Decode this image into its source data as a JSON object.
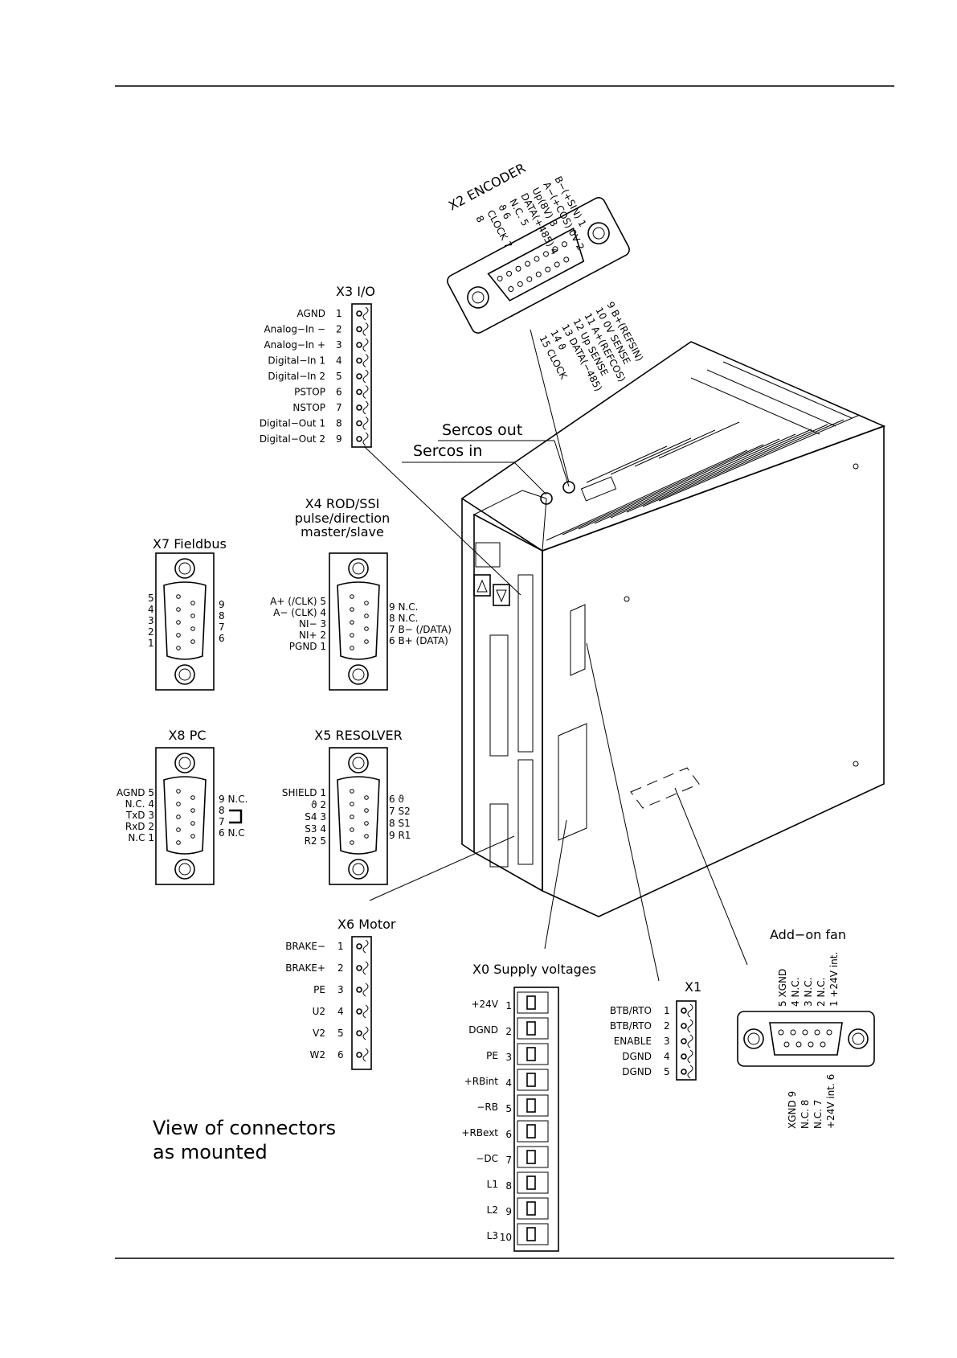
{
  "encoder": {
    "title": "X2 ENCODER",
    "left_pins": [
      "B−(+SIN) 1",
      "A−(+COS) 0V 2",
      "Up(8V) 3",
      "DATA(+485) 4",
      "N.C. 5",
      "ϑ 6",
      "CLOCK 7",
      "8"
    ],
    "right_pins": [
      "9 B+(REFSIN)",
      "10 0V SENSE",
      "11 A+(REFCOS)",
      "12 Up SENSE",
      "13 DATA(−485)",
      "14 ϑ",
      "15 CLOCK"
    ]
  },
  "io": {
    "title": "X3 I/O",
    "pins": [
      {
        "label": "AGND",
        "n": "1"
      },
      {
        "label": "Analog−In −",
        "n": "2"
      },
      {
        "label": "Analog−In +",
        "n": "3"
      },
      {
        "label": "Digital−In 1",
        "n": "4"
      },
      {
        "label": "Digital−In 2",
        "n": "5"
      },
      {
        "label": "PSTOP",
        "n": "6"
      },
      {
        "label": "NSTOP",
        "n": "7"
      },
      {
        "label": "Digital−Out 1",
        "n": "8"
      },
      {
        "label": "Digital−Out 2",
        "n": "9"
      }
    ]
  },
  "sercos": {
    "out": "Sercos out",
    "in": "Sercos in"
  },
  "rod": {
    "title1": "X4 ROD/SSI",
    "title2": "pulse/direction",
    "title3": "master/slave",
    "left": [
      "A+ (/CLK) 5",
      "A−  (CLK) 4",
      "NI− 3",
      "NI+ 2",
      "PGND 1"
    ],
    "right": [
      "9 N.C.",
      "8 N.C.",
      "7 B−  (/DATA)",
      "6 B+  (DATA)"
    ]
  },
  "fieldbus": {
    "title": "X7 Fieldbus",
    "left": [
      "5",
      "4",
      "3",
      "2",
      "1"
    ],
    "right": [
      "9",
      "8",
      "7",
      "6"
    ]
  },
  "pc": {
    "title": "X8 PC",
    "left": [
      "AGND 5",
      "N.C. 4",
      "TxD 3",
      "RxD 2",
      "N.C 1"
    ],
    "right": [
      "9 N.C.",
      "8",
      "7",
      "6  N.C"
    ]
  },
  "resolver": {
    "title": "X5 RESOLVER",
    "left": [
      "SHIELD  1",
      "ϑ  2",
      "S4  3",
      "S3  4",
      "R2  5"
    ],
    "right": [
      "6  ϑ",
      "7  S2",
      "8  S1",
      "9  R1"
    ]
  },
  "motor": {
    "title": "X6 Motor",
    "pins": [
      {
        "label": "BRAKE−",
        "n": "1"
      },
      {
        "label": "BRAKE+",
        "n": "2"
      },
      {
        "label": "PE",
        "n": "3"
      },
      {
        "label": "U2",
        "n": "4"
      },
      {
        "label": "V2",
        "n": "5"
      },
      {
        "label": "W2",
        "n": "6"
      }
    ]
  },
  "supply": {
    "title": "X0 Supply voltages",
    "pins": [
      {
        "label": "+24V",
        "n": "1"
      },
      {
        "label": "DGND",
        "n": "2"
      },
      {
        "label": "PE",
        "n": "3"
      },
      {
        "label": "+RBint",
        "n": "4"
      },
      {
        "label": "−RB",
        "n": "5"
      },
      {
        "label": "+RBext",
        "n": "6"
      },
      {
        "label": "−DC",
        "n": "7"
      },
      {
        "label": "L1",
        "n": "8"
      },
      {
        "label": "L2",
        "n": "9"
      },
      {
        "label": "L3",
        "n": "10"
      }
    ]
  },
  "x1": {
    "title": "X1",
    "pins": [
      {
        "label": "BTB/RTO",
        "n": "1"
      },
      {
        "label": "BTB/RTO",
        "n": "2"
      },
      {
        "label": "ENABLE",
        "n": "3"
      },
      {
        "label": "DGND",
        "n": "4"
      },
      {
        "label": "DGND",
        "n": "5"
      }
    ]
  },
  "fan": {
    "title": "Add−on fan",
    "top": [
      "5 XGND",
      "4 N.C.",
      "3 N.C.",
      "2 N.C.",
      "1 +24V int."
    ],
    "bottom": [
      "XGND 9",
      "N.C. 8",
      "N.C. 7",
      "+24V int. 6"
    ]
  },
  "caption": {
    "line1": "View of connectors",
    "line2": "as mounted"
  }
}
